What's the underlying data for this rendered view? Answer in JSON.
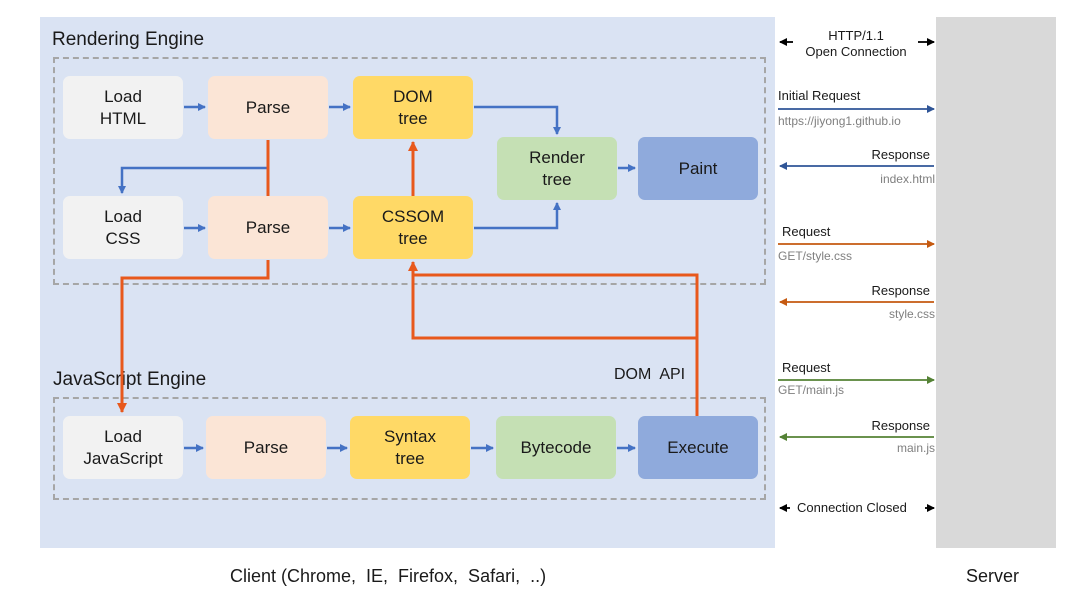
{
  "rendering_engine": {
    "title": "Rendering Engine",
    "load_html": "Load\nHTML",
    "parse_html": "Parse",
    "dom_tree": "DOM\ntree",
    "load_css": "Load\nCSS",
    "parse_css": "Parse",
    "cssom_tree": "CSSOM\ntree",
    "render_tree": "Render\ntree",
    "paint": "Paint"
  },
  "javascript_engine": {
    "title": "JavaScript Engine",
    "load_js": "Load\nJavaScript",
    "parse": "Parse",
    "syntax_tree": "Syntax\ntree",
    "bytecode": "Bytecode",
    "execute": "Execute",
    "dom_api_label": "DOM  API"
  },
  "network": {
    "open": "HTTP/1.1\nOpen Connection",
    "initial_request": "Initial Request",
    "initial_request_url": "https://jiyong1.github.io",
    "response_html": "Response",
    "response_html_file": "index.html",
    "request_css": "Request",
    "request_css_path": "GET/style.css",
    "response_css": "Response",
    "response_css_file": "style.css",
    "request_js": "Request",
    "request_js_path": "GET/main.js",
    "response_js": "Response",
    "response_js_file": "main.js",
    "closed": "Connection Closed"
  },
  "footer": {
    "client": "Client (Chrome,  IE,  Firefox,  Safari,  ..)",
    "server": "Server"
  },
  "colors": {
    "client_bg": "#dae3f3",
    "server_bg": "#d9d9d9",
    "flow_blue": "#4472c4",
    "flow_orange": "#e8581c",
    "html_arrow": "#2f5597",
    "css_arrow": "#c55a11",
    "js_arrow": "#548235"
  }
}
